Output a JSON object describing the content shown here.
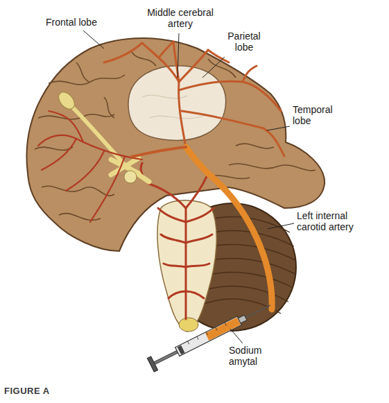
{
  "diagram": {
    "caption": "FIGURE A",
    "labels": [
      "Frontal lobe",
      "Middle cerebral artery",
      "Parietal lobe",
      "Temporal lobe",
      "Left internal carotid artery",
      "Sodium amytal"
    ]
  }
}
